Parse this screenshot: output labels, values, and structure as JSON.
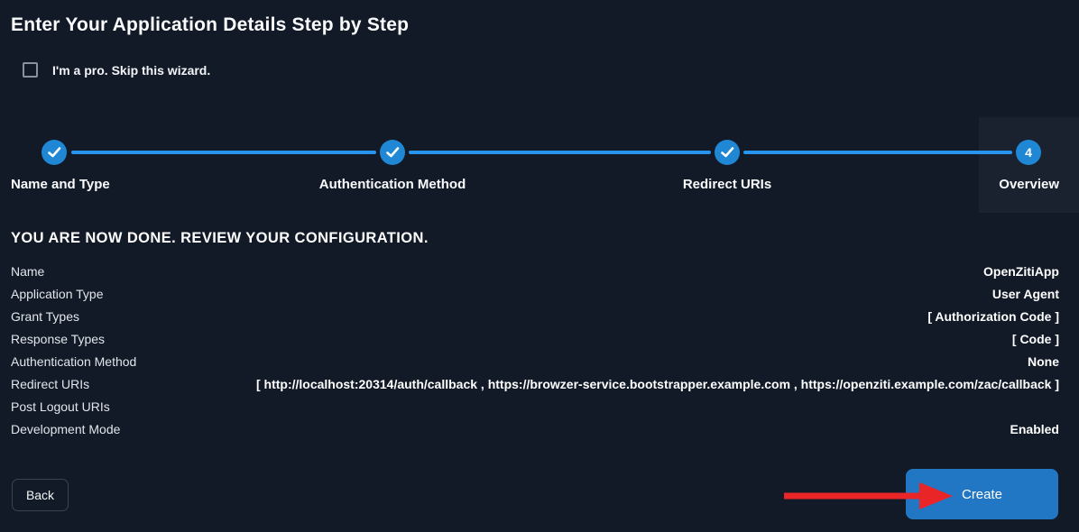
{
  "window": {
    "title": "Enter Your Application Details Step by Step"
  },
  "skip": {
    "label": "I'm a pro. Skip this wizard.",
    "checked": false
  },
  "stepper": {
    "steps": [
      {
        "label": "Name and Type",
        "state": "done",
        "icon": "check-icon"
      },
      {
        "label": "Authentication Method",
        "state": "done",
        "icon": "check-icon"
      },
      {
        "label": "Redirect URIs",
        "state": "done",
        "icon": "check-icon"
      },
      {
        "label": "Overview",
        "state": "current",
        "number": "4"
      }
    ]
  },
  "review": {
    "heading": "YOU ARE NOW DONE. REVIEW YOUR CONFIGURATION.",
    "rows": [
      {
        "label": "Name",
        "value": "OpenZitiApp"
      },
      {
        "label": "Application Type",
        "value": "User Agent"
      },
      {
        "label": "Grant Types",
        "value": "[ Authorization Code ]"
      },
      {
        "label": "Response Types",
        "value": "[ Code ]"
      },
      {
        "label": "Authentication Method",
        "value": "None"
      },
      {
        "label": "Redirect URIs",
        "value": "[ http://localhost:20314/auth/callback , https://browzer-service.bootstrapper.example.com , https://openziti.example.com/zac/callback ]"
      },
      {
        "label": "Post Logout URIs",
        "value": ""
      },
      {
        "label": "Development Mode",
        "value": "Enabled"
      }
    ]
  },
  "actions": {
    "back_label": "Back",
    "create_label": "Create"
  },
  "annotation": {
    "type": "red-arrow",
    "points_to": "create-button"
  },
  "colors": {
    "background": "#121a28",
    "step_highlight": "#1a2230",
    "stepper_line_blue": "#2795ef",
    "stepper_circle_blue": "#1f87d4",
    "create_button_blue": "#2277c4",
    "arrow_red": "#e92528"
  }
}
